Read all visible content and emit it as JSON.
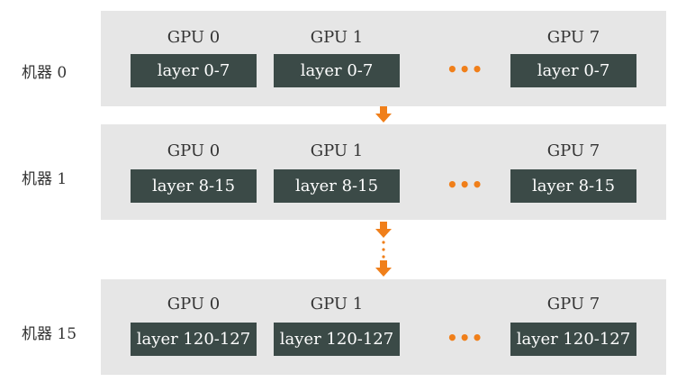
{
  "colors": {
    "panel": "#e6e6e6",
    "layer_box": "#3b4a47",
    "accent_orange": "#f07f1a",
    "text": "#333333"
  },
  "machines": [
    {
      "label": "机器 0",
      "gpus": [
        {
          "title": "GPU 0",
          "layers": "layer 0-7"
        },
        {
          "title": "GPU 1",
          "layers": "layer 0-7"
        },
        {
          "title": "GPU 7",
          "layers": "layer 0-7"
        }
      ],
      "ellipsis": "•••"
    },
    {
      "label": "机器 1",
      "gpus": [
        {
          "title": "GPU 0",
          "layers": "layer 8-15"
        },
        {
          "title": "GPU 1",
          "layers": "layer 8-15"
        },
        {
          "title": "GPU 7",
          "layers": "layer 8-15"
        }
      ],
      "ellipsis": "•••"
    },
    {
      "label": "机器 15",
      "gpus": [
        {
          "title": "GPU 0",
          "layers": "layer 120-127"
        },
        {
          "title": "GPU 1",
          "layers": "layer 120-127"
        },
        {
          "title": "GPU 7",
          "layers": "layer 120-127"
        }
      ],
      "ellipsis": "•••"
    }
  ],
  "connectors": [
    {
      "icon": "down-arrow-icon"
    },
    {
      "icon": "down-arrow-icon",
      "continuation": "vertical-dots-icon"
    }
  ]
}
